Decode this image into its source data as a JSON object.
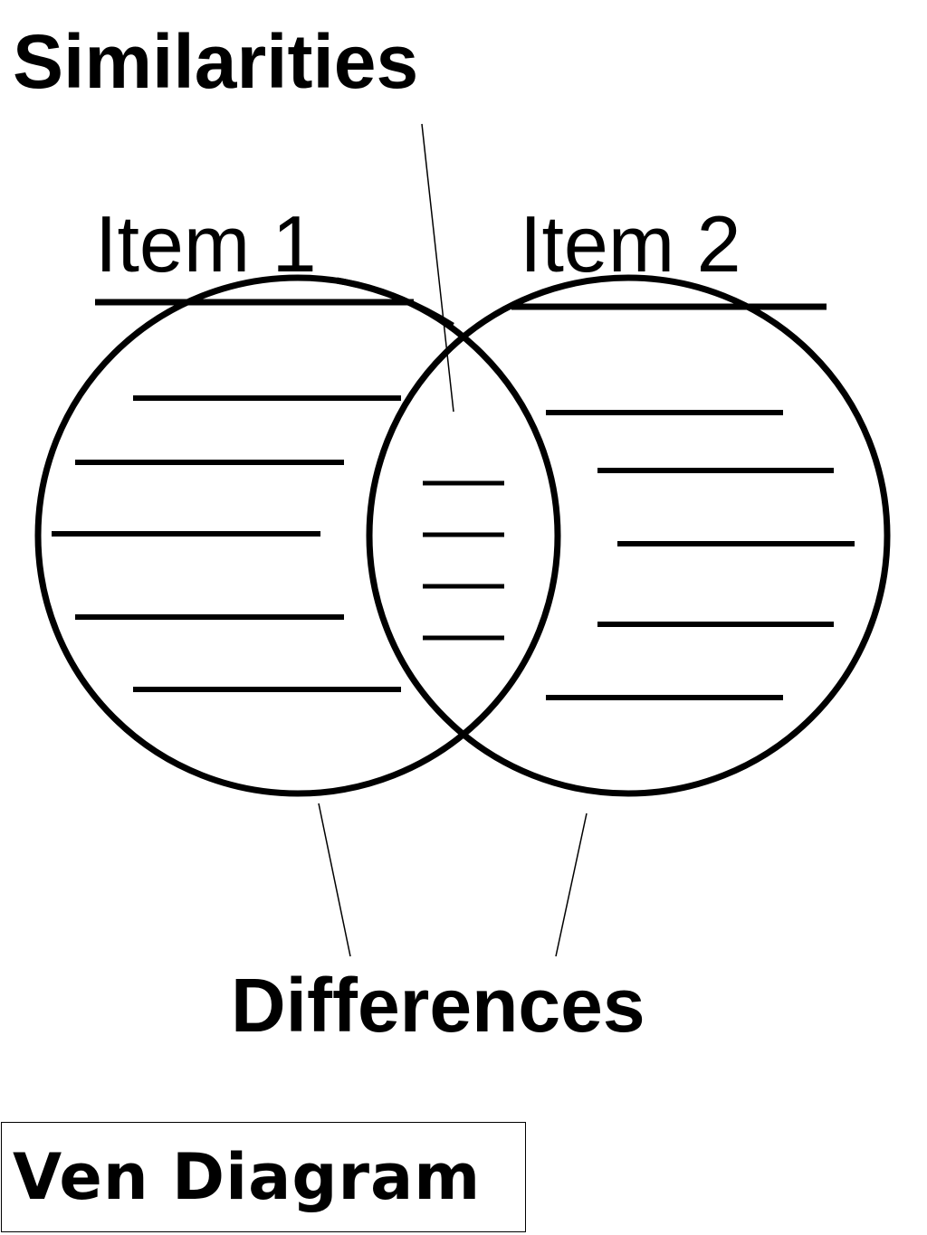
{
  "diagram": {
    "heading_similarities": "Similarities",
    "heading_differences": "Differences",
    "item_left": "Item 1",
    "item_right": "Item 2",
    "title": "Ven Diagram",
    "left_blank_lines": 5,
    "middle_blank_lines": 4,
    "right_blank_lines": 5,
    "stroke_color": "#000000",
    "background_color": "#ffffff"
  }
}
